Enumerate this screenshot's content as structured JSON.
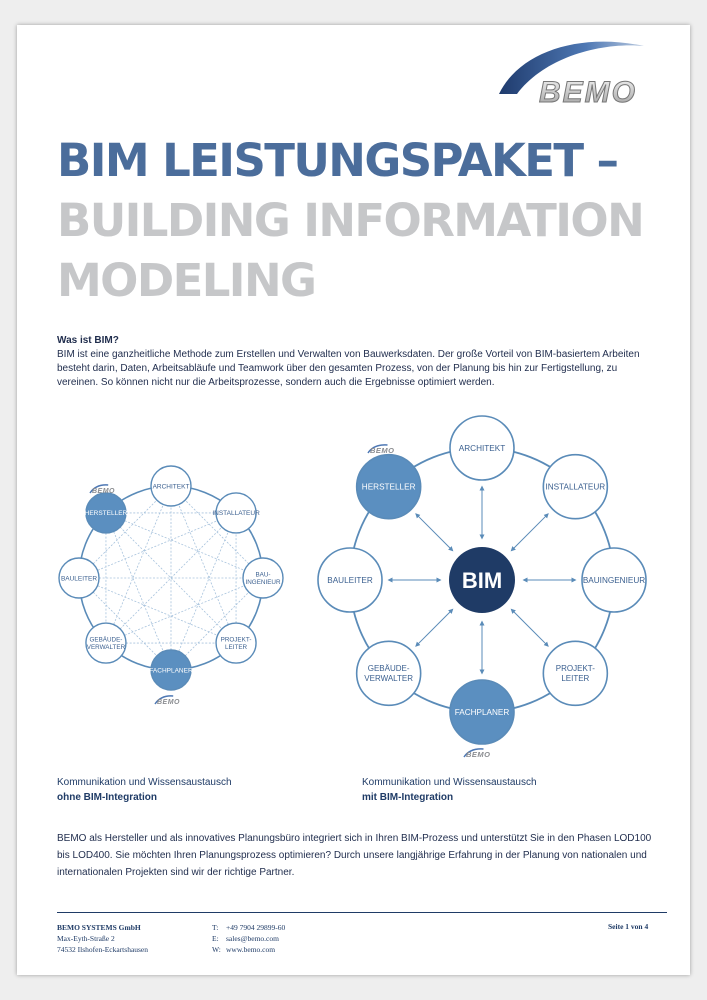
{
  "logo": {
    "text": "BEMO"
  },
  "title": {
    "line1": "BIM LEISTUNGSPAKET –",
    "line2": "BUILDING INFORMATION",
    "line3": "MODELING"
  },
  "intro": {
    "heading": "Was ist BIM?",
    "text": "BIM ist eine ganzheitliche Methode zum Erstellen und Verwalten von Bauwerksdaten. Der große Vorteil von BIM-basiertem Arbeiten besteht darin, Daten, Arbeitsabläufe und Teamwork über den gesamten Prozess, von der Planung bis hin zur Fertigstellung, zu vereinen. So können nicht nur die Arbeitsprozesse, sondern auch die Ergebnisse optimiert werden."
  },
  "diagram_left": {
    "watermark": "BEMO",
    "nodes": [
      {
        "id": "architekt",
        "lines": [
          "ARCHITEKT"
        ],
        "highlight": false
      },
      {
        "id": "installateur",
        "lines": [
          "INSTALLATEUR"
        ],
        "highlight": false
      },
      {
        "id": "bauingenieur",
        "lines": [
          "BAU-",
          "INGENIEUR"
        ],
        "highlight": false
      },
      {
        "id": "projektleiter",
        "lines": [
          "PROJEKT-",
          "LEITER"
        ],
        "highlight": false
      },
      {
        "id": "fachplaner",
        "lines": [
          "FACHPLANER"
        ],
        "highlight": true
      },
      {
        "id": "gebaeudeverwalter",
        "lines": [
          "GEBÄUDE-",
          "VERWALTER"
        ],
        "highlight": false
      },
      {
        "id": "bauleiter",
        "lines": [
          "BAULEITER"
        ],
        "highlight": false
      },
      {
        "id": "hersteller",
        "lines": [
          "HERSTELLER"
        ],
        "highlight": true
      }
    ]
  },
  "diagram_right": {
    "center": "BIM",
    "watermark": "BEMO",
    "nodes": [
      {
        "id": "architekt",
        "lines": [
          "ARCHITEKT"
        ],
        "highlight": false
      },
      {
        "id": "installateur",
        "lines": [
          "INSTALLATEUR"
        ],
        "highlight": false
      },
      {
        "id": "bauingenieur",
        "lines": [
          "BAUINGENIEUR"
        ],
        "highlight": false
      },
      {
        "id": "projektleiter",
        "lines": [
          "PROJEKT-",
          "LEITER"
        ],
        "highlight": false
      },
      {
        "id": "fachplaner",
        "lines": [
          "FACHPLANER"
        ],
        "highlight": true
      },
      {
        "id": "gebaeudeverwalter",
        "lines": [
          "GEBÄUDE-",
          "VERWALTER"
        ],
        "highlight": false
      },
      {
        "id": "bauleiter",
        "lines": [
          "BAULEITER"
        ],
        "highlight": false
      },
      {
        "id": "hersteller",
        "lines": [
          "HERSTELLER"
        ],
        "highlight": true
      }
    ]
  },
  "caption_left": {
    "line1": "Kommunikation und Wissensaustausch",
    "line2": "ohne BIM-Integration"
  },
  "caption_right": {
    "line1": "Kommunikation und Wissensaustausch",
    "line2": "mit BIM-Integration"
  },
  "paragraph": "BEMO als Hersteller und als innovatives Planungsbüro integriert sich in Ihren BIM-Prozess und unterstützt Sie in den Phasen LOD100 bis LOD400. Sie möchten Ihren Planungsprozess optimieren? Durch unsere langjährige Erfahrung in der Planung von nationalen und internationalen Projekten sind wir der richtige Partner.",
  "footer": {
    "company": "BEMO SYSTEMS GmbH",
    "street": "Max-Eyth-Straße 2",
    "city": "74532 Ilshofen-Eckartshausen",
    "phone_label": "T:",
    "phone": "+49 7904 29899-60",
    "email_label": "E:",
    "email": "sales@bemo.com",
    "web_label": "W:",
    "web": "www.bemo.com",
    "page": "Seite 1 von 4"
  },
  "colors": {
    "title_blue": "#4b6d9b",
    "title_grey": "#c6c7c9",
    "node_stroke": "#5a8bb8",
    "node_highlight": "#5b8fc0",
    "center_fill": "#1f3b66",
    "text_navy": "#1f2c4c"
  }
}
